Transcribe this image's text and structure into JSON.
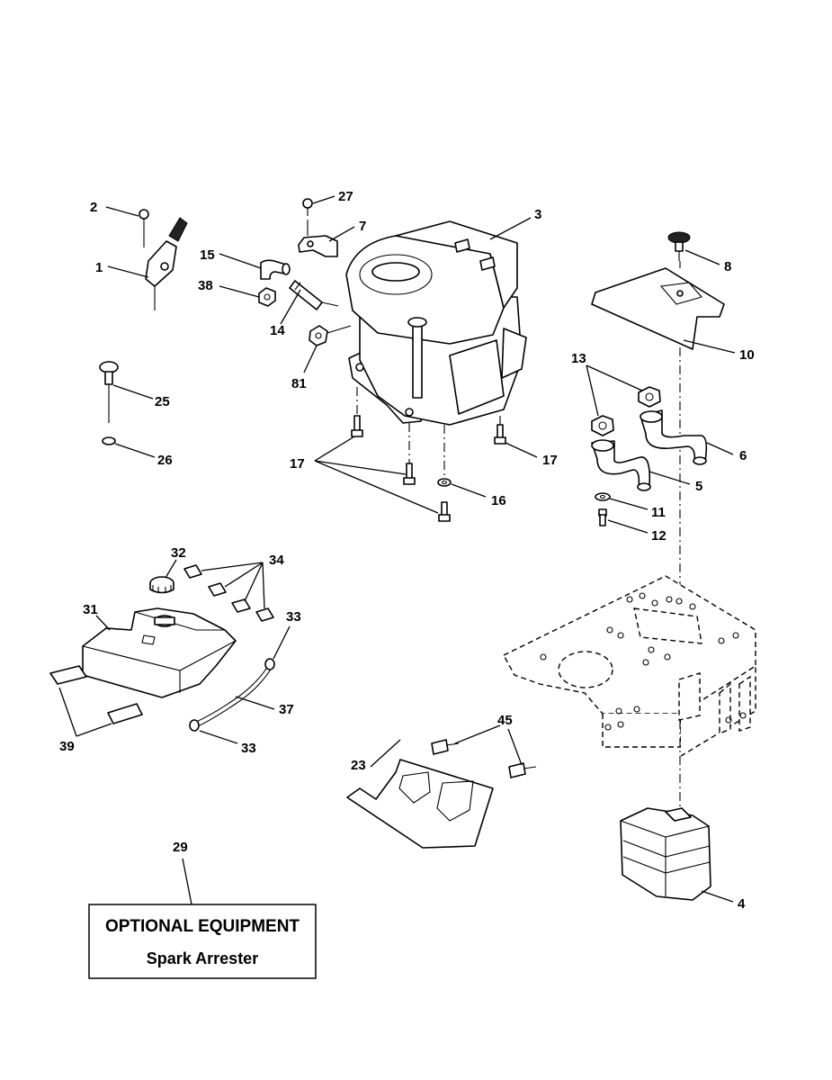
{
  "callouts": {
    "p1": "1",
    "p2": "2",
    "p3": "3",
    "p4": "4",
    "p5": "5",
    "p6": "6",
    "p7": "7",
    "p8": "8",
    "p10": "10",
    "p11": "11",
    "p12": "12",
    "p13": "13",
    "p14": "14",
    "p15": "15",
    "p16": "16",
    "p17a": "17",
    "p17b": "17",
    "p23": "23",
    "p25": "25",
    "p26": "26",
    "p27": "27",
    "p29": "29",
    "p31": "31",
    "p32": "32",
    "p33a": "33",
    "p33b": "33",
    "p34": "34",
    "p37": "37",
    "p38": "38",
    "p39": "39",
    "p45": "45",
    "p81": "81"
  },
  "optional_box": {
    "title": "OPTIONAL EQUIPMENT",
    "subtitle": "Spark Arrester"
  }
}
